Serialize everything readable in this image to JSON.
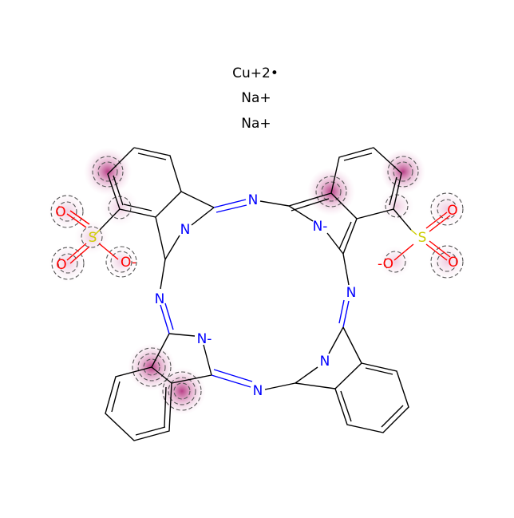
{
  "ions": [
    "Cu+2•",
    "Na+",
    "Na+"
  ],
  "atom_labels": {
    "N": "N",
    "N_minus": "N-",
    "O": "O",
    "O_minus": "O-",
    "O_minus_left": "-O",
    "S": "S"
  },
  "colors": {
    "carbon_bond": "#000000",
    "nitrogen": "#0000ff",
    "oxygen": "#ff0000",
    "sulfur": "#cccc00",
    "highlight": "#b0006e"
  }
}
